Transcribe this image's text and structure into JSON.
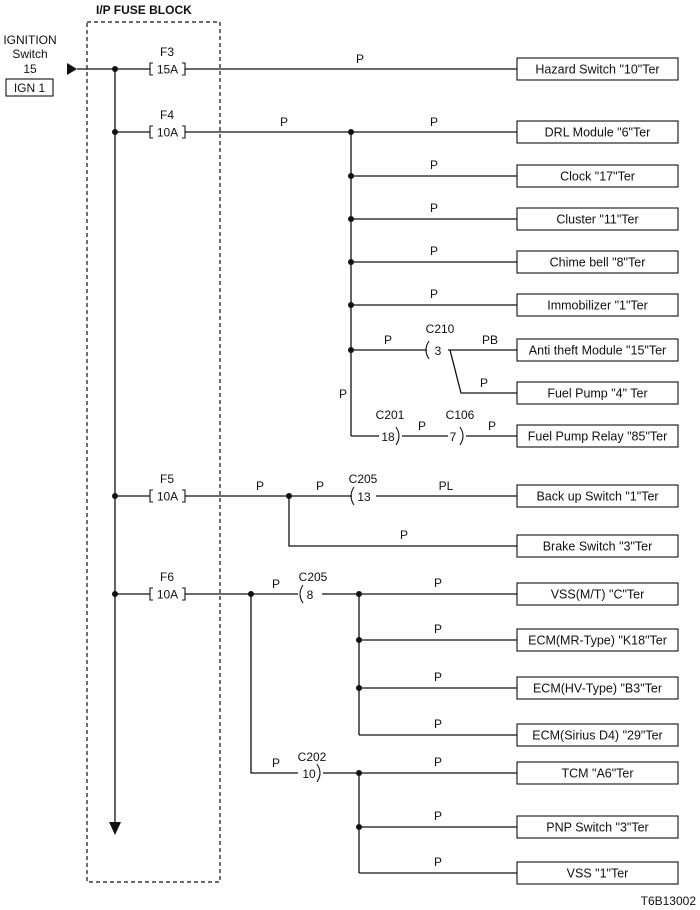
{
  "header": {
    "title": "I/P FUSE BLOCK"
  },
  "source": {
    "line1": "IGNITION",
    "line2": "Switch",
    "line3": "15",
    "box": "IGN 1"
  },
  "fuses": [
    {
      "name": "F3",
      "rating": "15A"
    },
    {
      "name": "F4",
      "rating": "10A"
    },
    {
      "name": "F5",
      "rating": "10A"
    },
    {
      "name": "F6",
      "rating": "10A"
    }
  ],
  "connectors": {
    "c210_name": "C210",
    "c210_pin": "3",
    "c201_name": "C201",
    "c201_pin": "18",
    "c106_name": "C106",
    "c106_pin": "7",
    "c205a_name": "C205",
    "c205a_pin": "13",
    "c205b_name": "C205",
    "c205b_pin": "8",
    "c202_name": "C202",
    "c202_pin": "10"
  },
  "wire_colors": {
    "w_hazard": "P",
    "w_f4_trunk": "P",
    "w_drl": "P",
    "w_clock": "P",
    "w_cluster": "P",
    "w_chime": "P",
    "w_immobilizer": "P",
    "w_to_c210": "P",
    "w_antitheft": "PB",
    "w_fuelpump": "P",
    "w_vertical_f4": "P",
    "w_c201_c106": "P",
    "w_fprelay": "P",
    "w_f5_trunk": "P",
    "w_to_c205a": "P",
    "w_backup": "PL",
    "w_brake": "P",
    "w_to_c205b": "P",
    "w_vssmt": "P",
    "w_ecm_mr": "P",
    "w_ecm_hv": "P",
    "w_ecm_sirius": "P",
    "w_to_c202": "P",
    "w_tcm": "P",
    "w_pnp": "P",
    "w_vss": "P"
  },
  "terminals": {
    "hazard": "Hazard Switch \"10\"Ter",
    "drl": "DRL Module \"6\"Ter",
    "clock": "Clock \"17\"Ter",
    "cluster": "Cluster \"11\"Ter",
    "chime": "Chime bell \"8\"Ter",
    "immobilizer": "Immobilizer \"1\"Ter",
    "antitheft": "Anti theft Module \"15\"Ter",
    "fuelpump": "Fuel Pump \"4\" Ter",
    "fprelay": "Fuel Pump Relay \"85\"Ter",
    "backup": "Back up Switch \"1\"Ter",
    "brake": "Brake Switch \"3\"Ter",
    "vssmt": "VSS(M/T) \"C\"Ter",
    "ecm_mr": "ECM(MR-Type) \"K18\"Ter",
    "ecm_hv": "ECM(HV-Type) \"B3\"Ter",
    "ecm_sirius": "ECM(Sirius D4)  \"29\"Ter",
    "tcm": "TCM \"A6\"Ter",
    "pnp": "PNP Switch \"3\"Ter",
    "vss": "VSS \"1\"Ter"
  },
  "figure_code": "T6B13002"
}
